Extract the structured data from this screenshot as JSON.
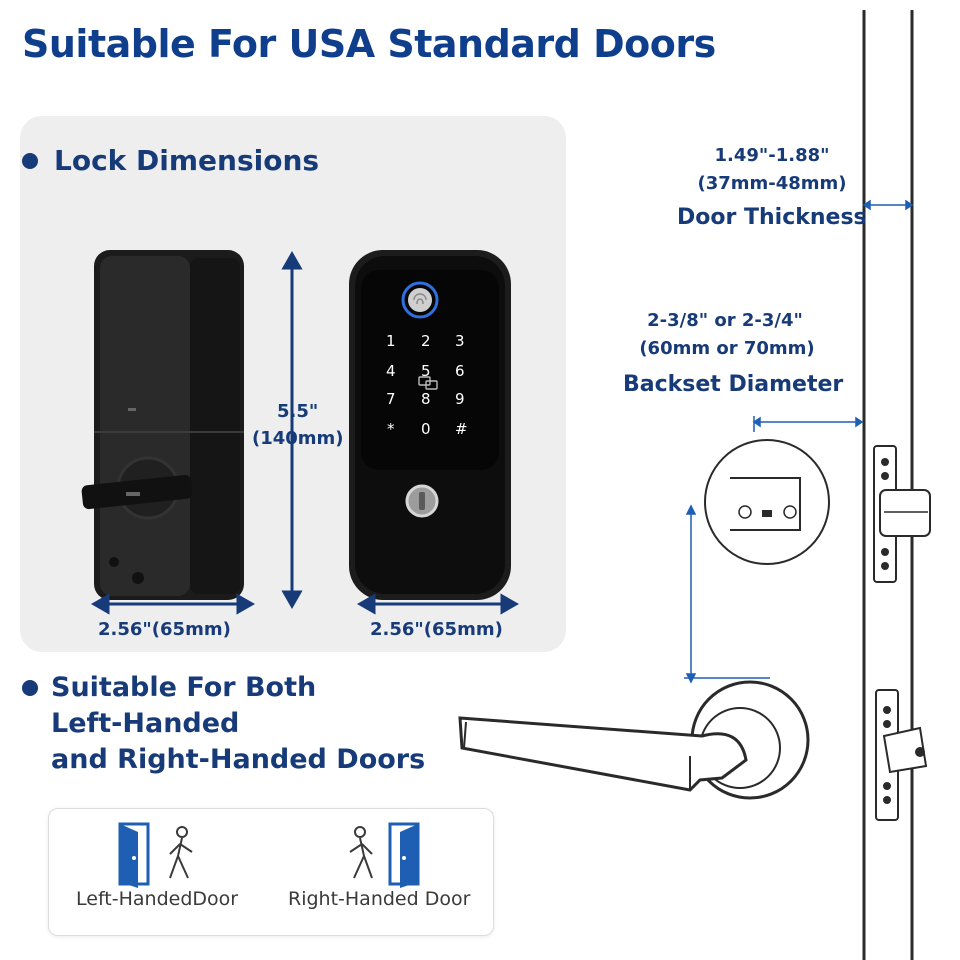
{
  "title": "Suitable For USA Standard Doors",
  "lock_dimensions": {
    "heading": "Lock Dimensions",
    "height_in": "5.5\"",
    "height_mm": "(140mm)",
    "back_width": "2.56\"(65mm)",
    "front_width": "2.56\"(65mm)",
    "keypad_keys": [
      "1",
      "2",
      "3",
      "4",
      "5",
      "6",
      "7",
      "8",
      "9",
      "*",
      "0",
      "#"
    ]
  },
  "door_thickness": {
    "range_in": "1.49\"-1.88\"",
    "range_mm": "(37mm-48mm)",
    "label": "Door Thickness"
  },
  "backset": {
    "range_in": "2-3/8\" or 2-3/4\"",
    "range_mm": "(60mm or 70mm)",
    "label": "Backset Diameter"
  },
  "handedness": {
    "line1": "Suitable For Both",
    "line2": "Left-Handed",
    "line3": "and Right-Handed Doors",
    "left_label": "Left-HandedDoor",
    "right_label": "Right-Handed Door"
  },
  "colors": {
    "heading": "#0f3f8c",
    "text": "#173a78",
    "panel": "#eeeeee",
    "door_icon": "#1e5fb4"
  },
  "icons": [
    "door-open-left-icon",
    "person-walking-icon",
    "door-open-right-icon",
    "fingerprint-icon",
    "nfc-icon",
    "key-cylinder-icon"
  ]
}
